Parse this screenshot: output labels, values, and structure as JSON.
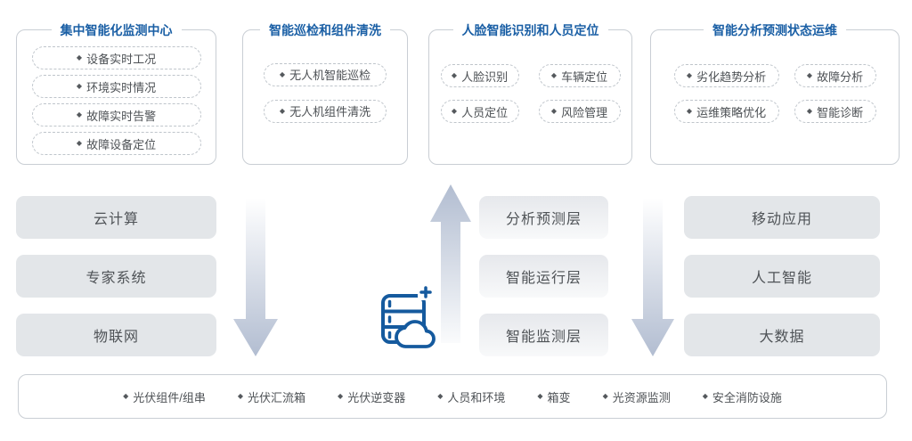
{
  "bullet": "◆",
  "colors": {
    "title_blue": "#1a5fa5",
    "icon_blue": "#155a9e",
    "arrow_gray": "#b2bdd1",
    "box_gray": "#e3e6e9"
  },
  "top_panels": [
    {
      "title": "集中智能化监测中心",
      "items": [
        "设备实时工况",
        "环境实时情况",
        "故障实时告警",
        "故障设备定位"
      ]
    },
    {
      "title": "智能巡检和组件清洗",
      "items": [
        "无人机智能巡检",
        "无人机组件清洗"
      ]
    },
    {
      "title": "人脸智能识别和人员定位",
      "items": [
        "人脸识别",
        "车辆定位",
        "人员定位",
        "风险管理"
      ]
    },
    {
      "title": "智能分析预测状态运维",
      "items": [
        "劣化趋势分析",
        "故障分析",
        "运维策略优化",
        "智能诊断"
      ]
    }
  ],
  "platform": {
    "left_stack": [
      "云计算",
      "专家系统",
      "物联网"
    ],
    "layer_stack": [
      "分析预测层",
      "智能运行层",
      "智能监测层"
    ],
    "right_stack": [
      "移动应用",
      "人工智能",
      "大数据"
    ]
  },
  "device_bar": {
    "items": [
      "光伏组件/组串",
      "光伏汇流箱",
      "光伏逆变器",
      "人员和环境",
      "箱变",
      "光资源监测",
      "安全消防设施"
    ]
  }
}
